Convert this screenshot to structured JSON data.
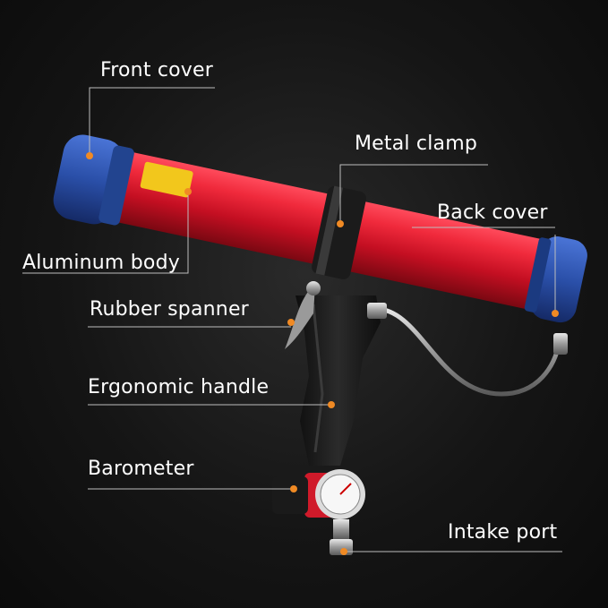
{
  "labels": {
    "front_cover": "Front cover",
    "metal_clamp": "Metal clamp",
    "back_cover": "Back cover",
    "aluminum_body": "Aluminum body",
    "rubber_spanner": "Rubber spanner",
    "ergonomic_handle": "Ergonomic handle",
    "barometer": "Barometer",
    "intake_port": "Intake port"
  },
  "colors": {
    "background": "#111111",
    "tube": "#d8142a",
    "caps": "#2a4fa8",
    "handle": "#1a1a1a",
    "leader_line": "#bdbdbd",
    "dot": "#f08a24"
  }
}
